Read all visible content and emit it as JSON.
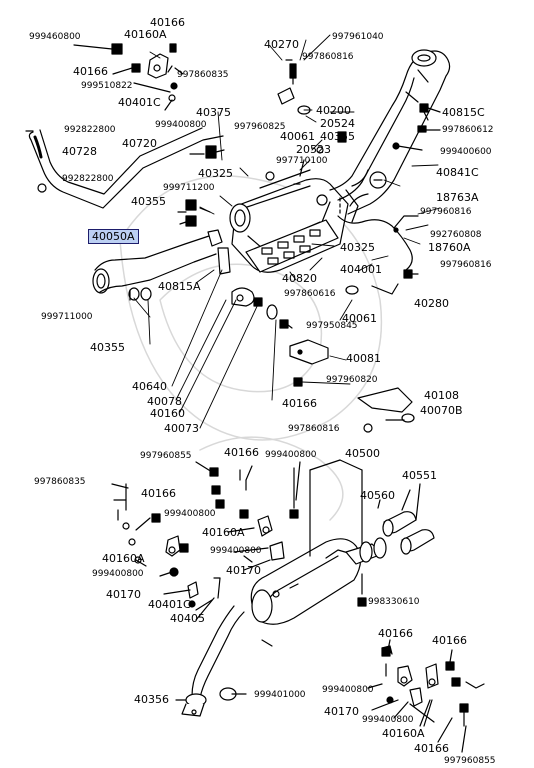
{
  "diagram": {
    "highlight_color": "#bcd0f3",
    "line_color": "#000000",
    "labels": [
      {
        "text": "40166"
      },
      {
        "text": "40160A"
      },
      {
        "text": "999460800"
      },
      {
        "text": "40166"
      },
      {
        "text": "997860835"
      },
      {
        "text": "999510822"
      },
      {
        "text": "40401C"
      },
      {
        "text": "40270"
      },
      {
        "text": "997961040"
      },
      {
        "text": "997860816"
      },
      {
        "text": "40200"
      },
      {
        "text": "40061"
      },
      {
        "text": "20524"
      },
      {
        "text": "40355"
      },
      {
        "text": "20523"
      },
      {
        "text": "997710100"
      },
      {
        "text": "40815C"
      },
      {
        "text": "997860612"
      },
      {
        "text": "999400600"
      },
      {
        "text": "40841C"
      },
      {
        "text": "992822800"
      },
      {
        "text": "40728"
      },
      {
        "text": "992822800"
      },
      {
        "text": "40720"
      },
      {
        "text": "40375"
      },
      {
        "text": "999400800"
      },
      {
        "text": "997960825"
      },
      {
        "text": "40325"
      },
      {
        "text": "999711200"
      },
      {
        "text": "40355"
      },
      {
        "text": "40050A"
      },
      {
        "text": "18763A"
      },
      {
        "text": "997960816"
      },
      {
        "text": "992760808"
      },
      {
        "text": "40325"
      },
      {
        "text": "18760A"
      },
      {
        "text": "404001"
      },
      {
        "text": "40820"
      },
      {
        "text": "40815A"
      },
      {
        "text": "997860616"
      },
      {
        "text": "997960816"
      },
      {
        "text": "999711000"
      },
      {
        "text": "40280"
      },
      {
        "text": "40061"
      },
      {
        "text": "997950845"
      },
      {
        "text": "40355"
      },
      {
        "text": "40081"
      },
      {
        "text": "997960820"
      },
      {
        "text": "40640"
      },
      {
        "text": "40078"
      },
      {
        "text": "40160"
      },
      {
        "text": "40166"
      },
      {
        "text": "40073"
      },
      {
        "text": "40108"
      },
      {
        "text": "40070B"
      },
      {
        "text": "997860816"
      },
      {
        "text": "997960855"
      },
      {
        "text": "40166"
      },
      {
        "text": "999400800"
      },
      {
        "text": "40500"
      },
      {
        "text": "997860835"
      },
      {
        "text": "40166"
      },
      {
        "text": "40551"
      },
      {
        "text": "40560"
      },
      {
        "text": "999400800"
      },
      {
        "text": "40160A"
      },
      {
        "text": "999400800"
      },
      {
        "text": "40160A"
      },
      {
        "text": "40170"
      },
      {
        "text": "999400800"
      },
      {
        "text": "40170"
      },
      {
        "text": "40401C"
      },
      {
        "text": "998330610"
      },
      {
        "text": "40405"
      },
      {
        "text": "40166"
      },
      {
        "text": "40166"
      },
      {
        "text": "999400800"
      },
      {
        "text": "40356"
      },
      {
        "text": "999401000"
      },
      {
        "text": "40170"
      },
      {
        "text": "999400800"
      },
      {
        "text": "40160A"
      },
      {
        "text": "40166"
      },
      {
        "text": "997960855"
      }
    ]
  }
}
